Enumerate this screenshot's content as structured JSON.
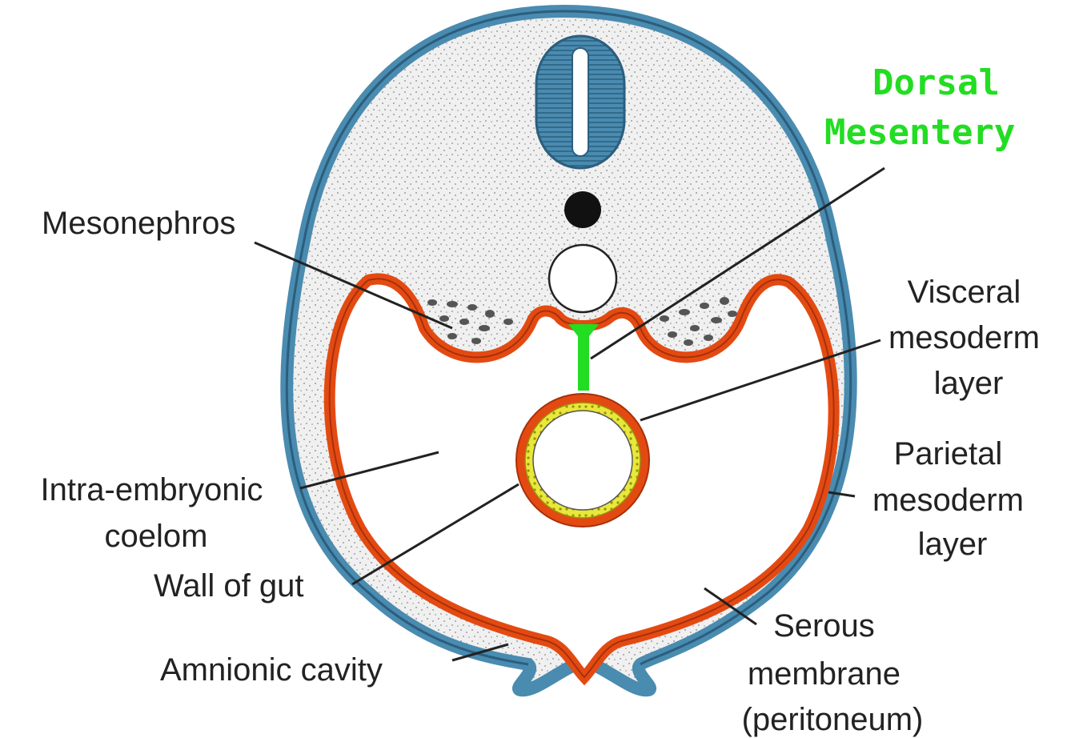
{
  "colors": {
    "ectoderm": "#4a8bb0",
    "ectoderm_dark": "#2b5e7e",
    "mesoderm": "#e34a12",
    "mesoderm_dark": "#a8300a",
    "mesentery": "#22dd22",
    "gut_lining": "#e8e83a",
    "mesenchyme": "#e6e6e6",
    "text": "#222222"
  },
  "labels": {
    "dorsal_mesentery": [
      "Dorsal",
      "Mesentery"
    ],
    "mesonephros": "Mesonephros",
    "visceral": [
      "Visceral",
      "mesoderm",
      "layer"
    ],
    "parietal": [
      "Parietal",
      "mesoderm",
      "layer"
    ],
    "coelom": [
      "Intra-embryonic",
      "coelom"
    ],
    "gut": "Wall of gut",
    "amnion": "Amnionic  cavity",
    "serous": [
      "Serous",
      "membrane",
      "(peritoneum)"
    ]
  }
}
